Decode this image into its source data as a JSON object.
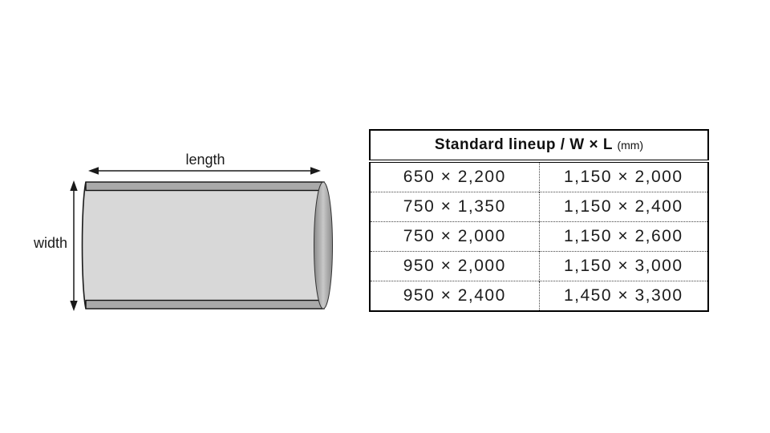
{
  "diagram": {
    "length_label": "length",
    "width_label": "width"
  },
  "table": {
    "header": {
      "title": "Standard lineup / W × L",
      "unit": "(mm)"
    },
    "rows": [
      [
        "650 × 2,200",
        "1,150 × 2,000"
      ],
      [
        "750 × 1,350",
        "1,150 × 2,400"
      ],
      [
        "750 × 2,000",
        "1,150 × 2,600"
      ],
      [
        "950 × 2,000",
        "1,150 × 3,000"
      ],
      [
        "950 × 2,400",
        "1,450 × 3,300"
      ]
    ]
  },
  "colors": {
    "mat_body": "#d8d8d8",
    "strip": "#a9a9a9",
    "end_cap_edge": "#8a8a8a",
    "end_cap_center": "#c8c8c8",
    "line": "#1a1a1a"
  }
}
